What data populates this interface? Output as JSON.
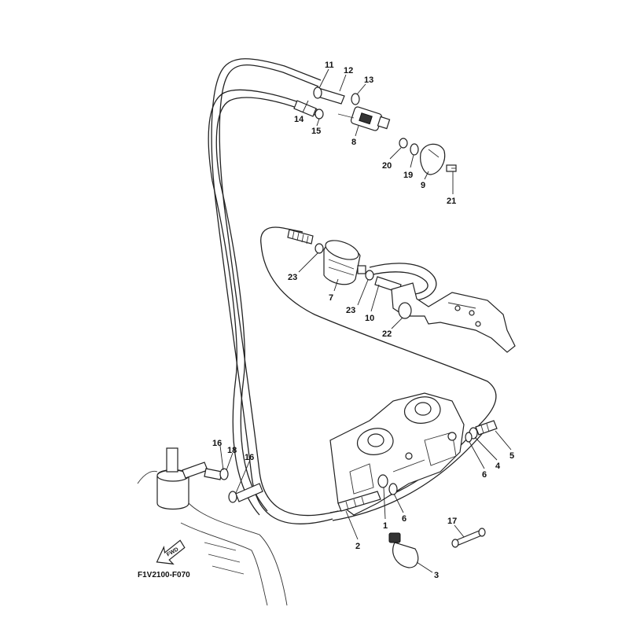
{
  "diagram_code": "F1V2100-F070",
  "fwd_label": "FWD",
  "part_labels": [
    {
      "id": "p11",
      "text": "11"
    },
    {
      "id": "p12",
      "text": "12"
    },
    {
      "id": "p13",
      "text": "13"
    },
    {
      "id": "p14",
      "text": "14"
    },
    {
      "id": "p15",
      "text": "15"
    },
    {
      "id": "p8",
      "text": "8"
    },
    {
      "id": "p20",
      "text": "20"
    },
    {
      "id": "p19",
      "text": "19"
    },
    {
      "id": "p9",
      "text": "9"
    },
    {
      "id": "p21",
      "text": "21"
    },
    {
      "id": "p23a",
      "text": "23"
    },
    {
      "id": "p7",
      "text": "7"
    },
    {
      "id": "p23b",
      "text": "23"
    },
    {
      "id": "p10",
      "text": "10"
    },
    {
      "id": "p22",
      "text": "22"
    },
    {
      "id": "p16a",
      "text": "16"
    },
    {
      "id": "p18",
      "text": "18"
    },
    {
      "id": "p16b",
      "text": "16"
    },
    {
      "id": "p5",
      "text": "5"
    },
    {
      "id": "p4",
      "text": "4"
    },
    {
      "id": "p6a",
      "text": "6"
    },
    {
      "id": "p6b",
      "text": "6"
    },
    {
      "id": "p1",
      "text": "1"
    },
    {
      "id": "p2",
      "text": "2"
    },
    {
      "id": "p17",
      "text": "17"
    },
    {
      "id": "p3",
      "text": "3"
    }
  ]
}
